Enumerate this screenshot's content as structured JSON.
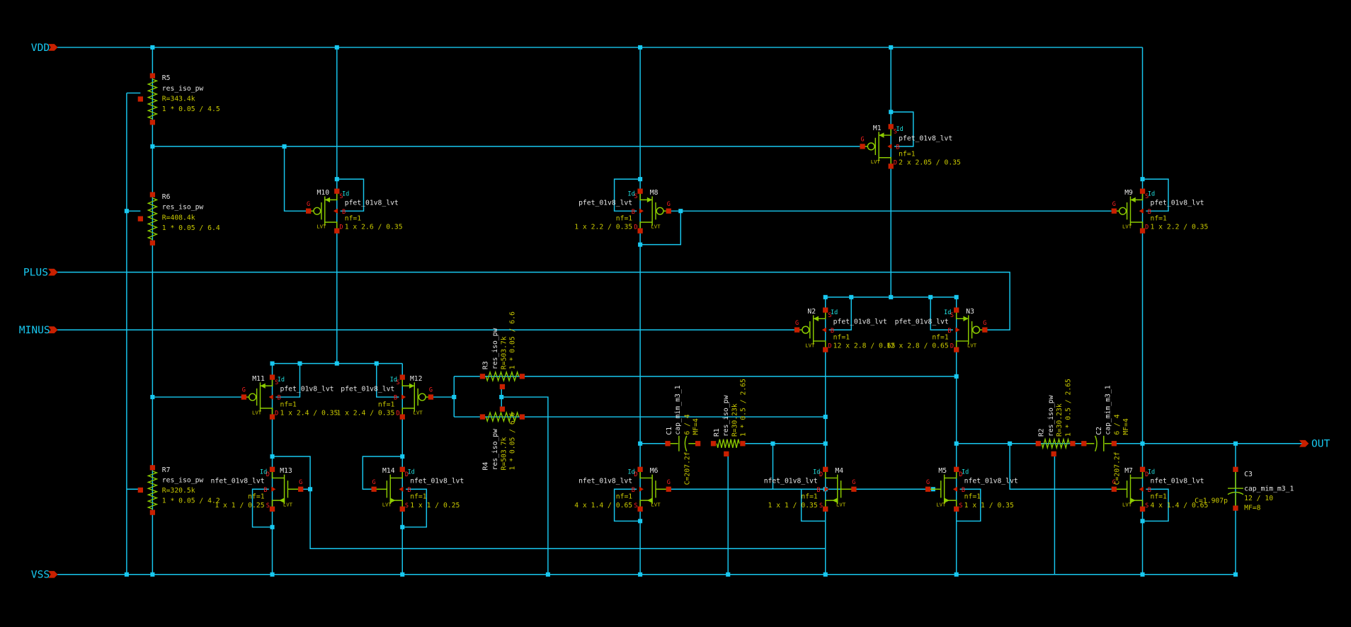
{
  "ports": {
    "vdd": "VDD",
    "plus": "PLUS",
    "minus": "MINUS",
    "vss": "VSS",
    "out": "OUT"
  },
  "pin_labels": {
    "s": "S",
    "g": "G",
    "d": "D",
    "b": "B",
    "id": "Id",
    "lvt": "LVT"
  },
  "colors": {
    "background": "#000000",
    "wire": "#18c8f0",
    "symbol": "#8ccc00",
    "pin": "#c82000",
    "param": "#c8c800",
    "label": "#e6e6e6"
  },
  "transistors": [
    {
      "name": "M1",
      "type": "pmos",
      "model": "pfet_01v8_lvt",
      "nf": "nf=1",
      "size": "2 x 2.05 / 0.35"
    },
    {
      "name": "M10",
      "type": "pmos",
      "model": "pfet_01v8_lvt",
      "nf": "nf=1",
      "size": "1 x 2.6 / 0.35"
    },
    {
      "name": "M8",
      "type": "pmos",
      "model": "pfet_01v8_lvt",
      "nf": "nf=1",
      "size": "1 x 2.2 / 0.35"
    },
    {
      "name": "M9",
      "type": "pmos",
      "model": "pfet_01v8_lvt",
      "nf": "nf=1",
      "size": "1 x 2.2 / 0.35"
    },
    {
      "name": "N2",
      "type": "pmos",
      "model": "pfet_01v8_lvt",
      "nf": "nf=1",
      "size": "12 x 2.8 / 0.65"
    },
    {
      "name": "N3",
      "type": "pmos",
      "model": "pfet_01v8_lvt",
      "nf": "nf=1",
      "size": "12 x 2.8 / 0.65"
    },
    {
      "name": "M11",
      "type": "pmos",
      "model": "pfet_01v8_lvt",
      "nf": "nf=1",
      "size": "1 x 2.4 / 0.35"
    },
    {
      "name": "M12",
      "type": "pmos",
      "model": "pfet_01v8_lvt",
      "nf": "nf=1",
      "size": "1 x 2.4 / 0.35"
    },
    {
      "name": "M13",
      "type": "nmos",
      "model": "nfet_01v8_lvt",
      "nf": "nf=1",
      "size": "1 x 1 / 0.25"
    },
    {
      "name": "M14",
      "type": "nmos",
      "model": "nfet_01v8_lvt",
      "nf": "nf=1",
      "size": "1 x 1 / 0.25"
    },
    {
      "name": "M6",
      "type": "nmos",
      "model": "nfet_01v8_lvt",
      "nf": "nf=1",
      "size": "4 x 1.4 / 0.65"
    },
    {
      "name": "M4",
      "type": "nmos",
      "model": "nfet_01v8_lvt",
      "nf": "nf=1",
      "size": "1 x 1 / 0.35"
    },
    {
      "name": "M5",
      "type": "nmos",
      "model": "nfet_01v8_lvt",
      "nf": "nf=1",
      "size": "1 x 1 / 0.35"
    },
    {
      "name": "M7",
      "type": "nmos",
      "model": "nfet_01v8_lvt",
      "nf": "nf=1",
      "size": "4 x 1.4 / 0.65"
    }
  ],
  "resistors": [
    {
      "name": "R5",
      "model": "res_iso_pw",
      "value": "R=343.4k",
      "size": "1 * 0.05 / 4.5"
    },
    {
      "name": "R6",
      "model": "res_iso_pw",
      "value": "R=408.4k",
      "size": "1 * 0.05 / 6.4"
    },
    {
      "name": "R7",
      "model": "res_iso_pw",
      "value": "R=320.5k",
      "size": "1 * 0.05 / 4.2"
    },
    {
      "name": "R3",
      "model": "res_iso_pw",
      "value": "R=503.7k",
      "size": "1 * 0.05 / 6.6"
    },
    {
      "name": "R4",
      "model": "res_iso_pw",
      "value": "R=503.7k",
      "size": "1 * 0.05 / 6.6"
    },
    {
      "name": "R1",
      "model": "res_iso_pw",
      "value": "R=30.23k",
      "size": "1 * 0.5 / 2.65"
    },
    {
      "name": "R2",
      "model": "res_iso_pw",
      "value": "R=30.23k",
      "size": "1 * 0.5 / 2.65"
    }
  ],
  "capacitors": [
    {
      "name": "C1",
      "model": "cap_mim_m3_1",
      "value": "C=207.2f",
      "size": "6 / 4",
      "mf": "MF=4"
    },
    {
      "name": "C2",
      "model": "cap_mim_m3_1",
      "value": "C=207.2f",
      "size": "6 / 4",
      "mf": "MF=4"
    },
    {
      "name": "C3",
      "model": "cap_mim_m3_1",
      "value": "C=1.907p",
      "size": "12 / 10",
      "mf": "MF=8"
    }
  ]
}
